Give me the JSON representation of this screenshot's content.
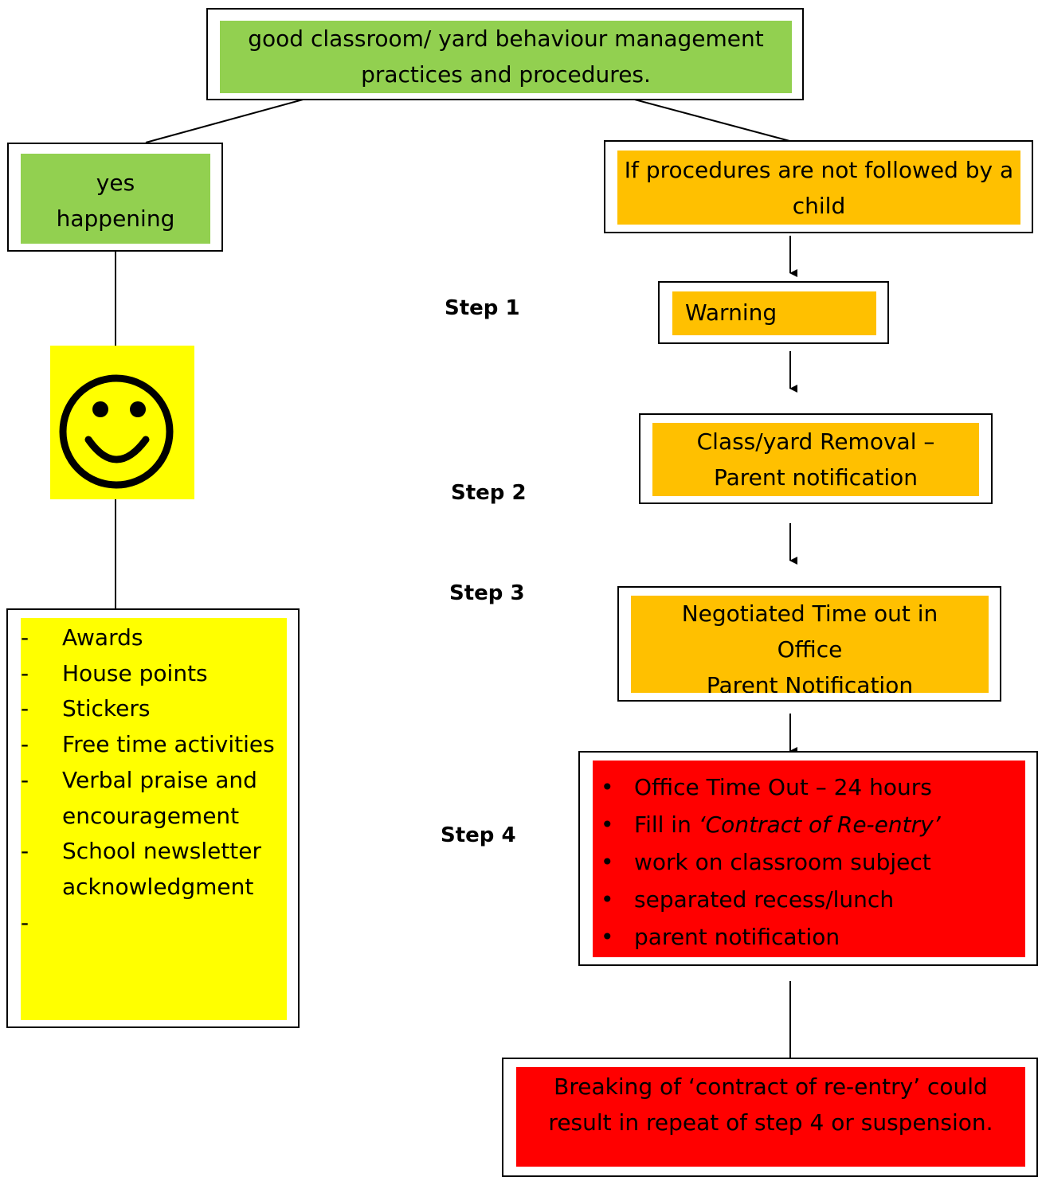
{
  "top_box": {
    "text": "good classroom/ yard behaviour management practices and procedures."
  },
  "yes_box": {
    "line1": "yes",
    "line2": "happening"
  },
  "not_followed_box": {
    "text": "If procedures are not followed by a child"
  },
  "steps": {
    "step1": {
      "label": "Step 1",
      "box_text": "Warning"
    },
    "step2": {
      "label": "Step 2",
      "box_line1": "Class/yard Removal –",
      "box_line2": "Parent notification"
    },
    "step3": {
      "label": "Step 3",
      "box_line1": "Negotiated Time out in",
      "box_line2": "Office",
      "box_line3": "Parent Notification"
    },
    "step4": {
      "label": "Step 4",
      "items": {
        "i0": "Office Time Out – 24 hours",
        "i1_prefix": "Fill in ",
        "i1_italic": "‘Contract of Re-entry’",
        "i2": "work on classroom subject",
        "i3": "separated recess/lunch",
        "i4": "parent notification"
      }
    }
  },
  "rewards": {
    "dash": "-",
    "items": [
      "Awards",
      "House points",
      "Stickers",
      "Free time activities",
      "Verbal praise and encouragement",
      "School newsletter acknowledgment",
      ""
    ]
  },
  "breaking_box": {
    "text": "Breaking of ‘contract of re-entry’ could result in repeat of step 4 or suspension."
  },
  "colors": {
    "green": "#92d050",
    "orange": "#ffc000",
    "red": "#ff0000",
    "yellow": "#ffff00"
  },
  "icons": {
    "smiley": "smiley-face-icon",
    "arrow": "down-arrow-icon"
  }
}
